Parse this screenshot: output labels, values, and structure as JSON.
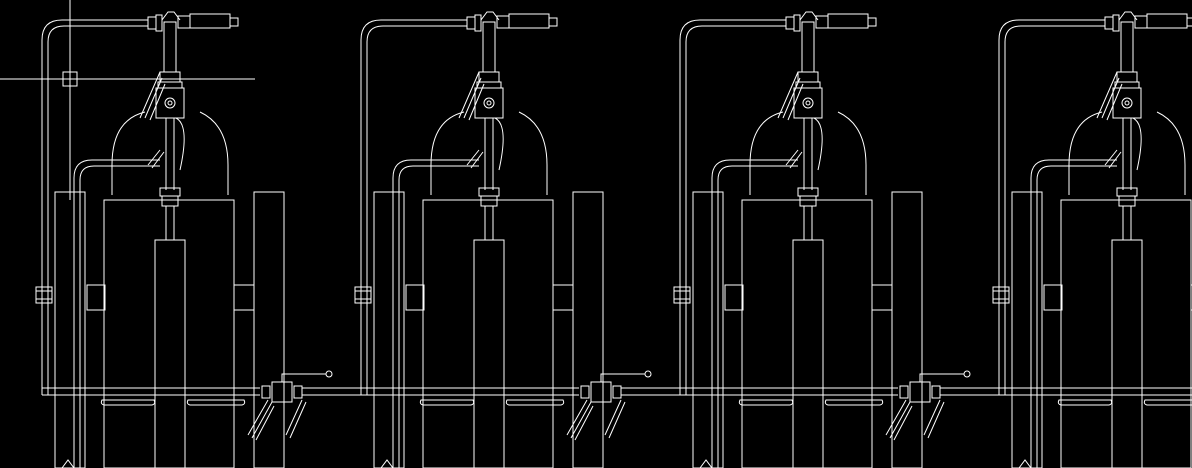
{
  "canvas": {
    "background": "#000000",
    "line_color": "#ffffff"
  },
  "units": [
    {
      "id": "unit-1"
    },
    {
      "id": "unit-2"
    },
    {
      "id": "unit-3"
    },
    {
      "id": "unit-4"
    }
  ],
  "crosshair_cursor": {
    "visible": true
  }
}
